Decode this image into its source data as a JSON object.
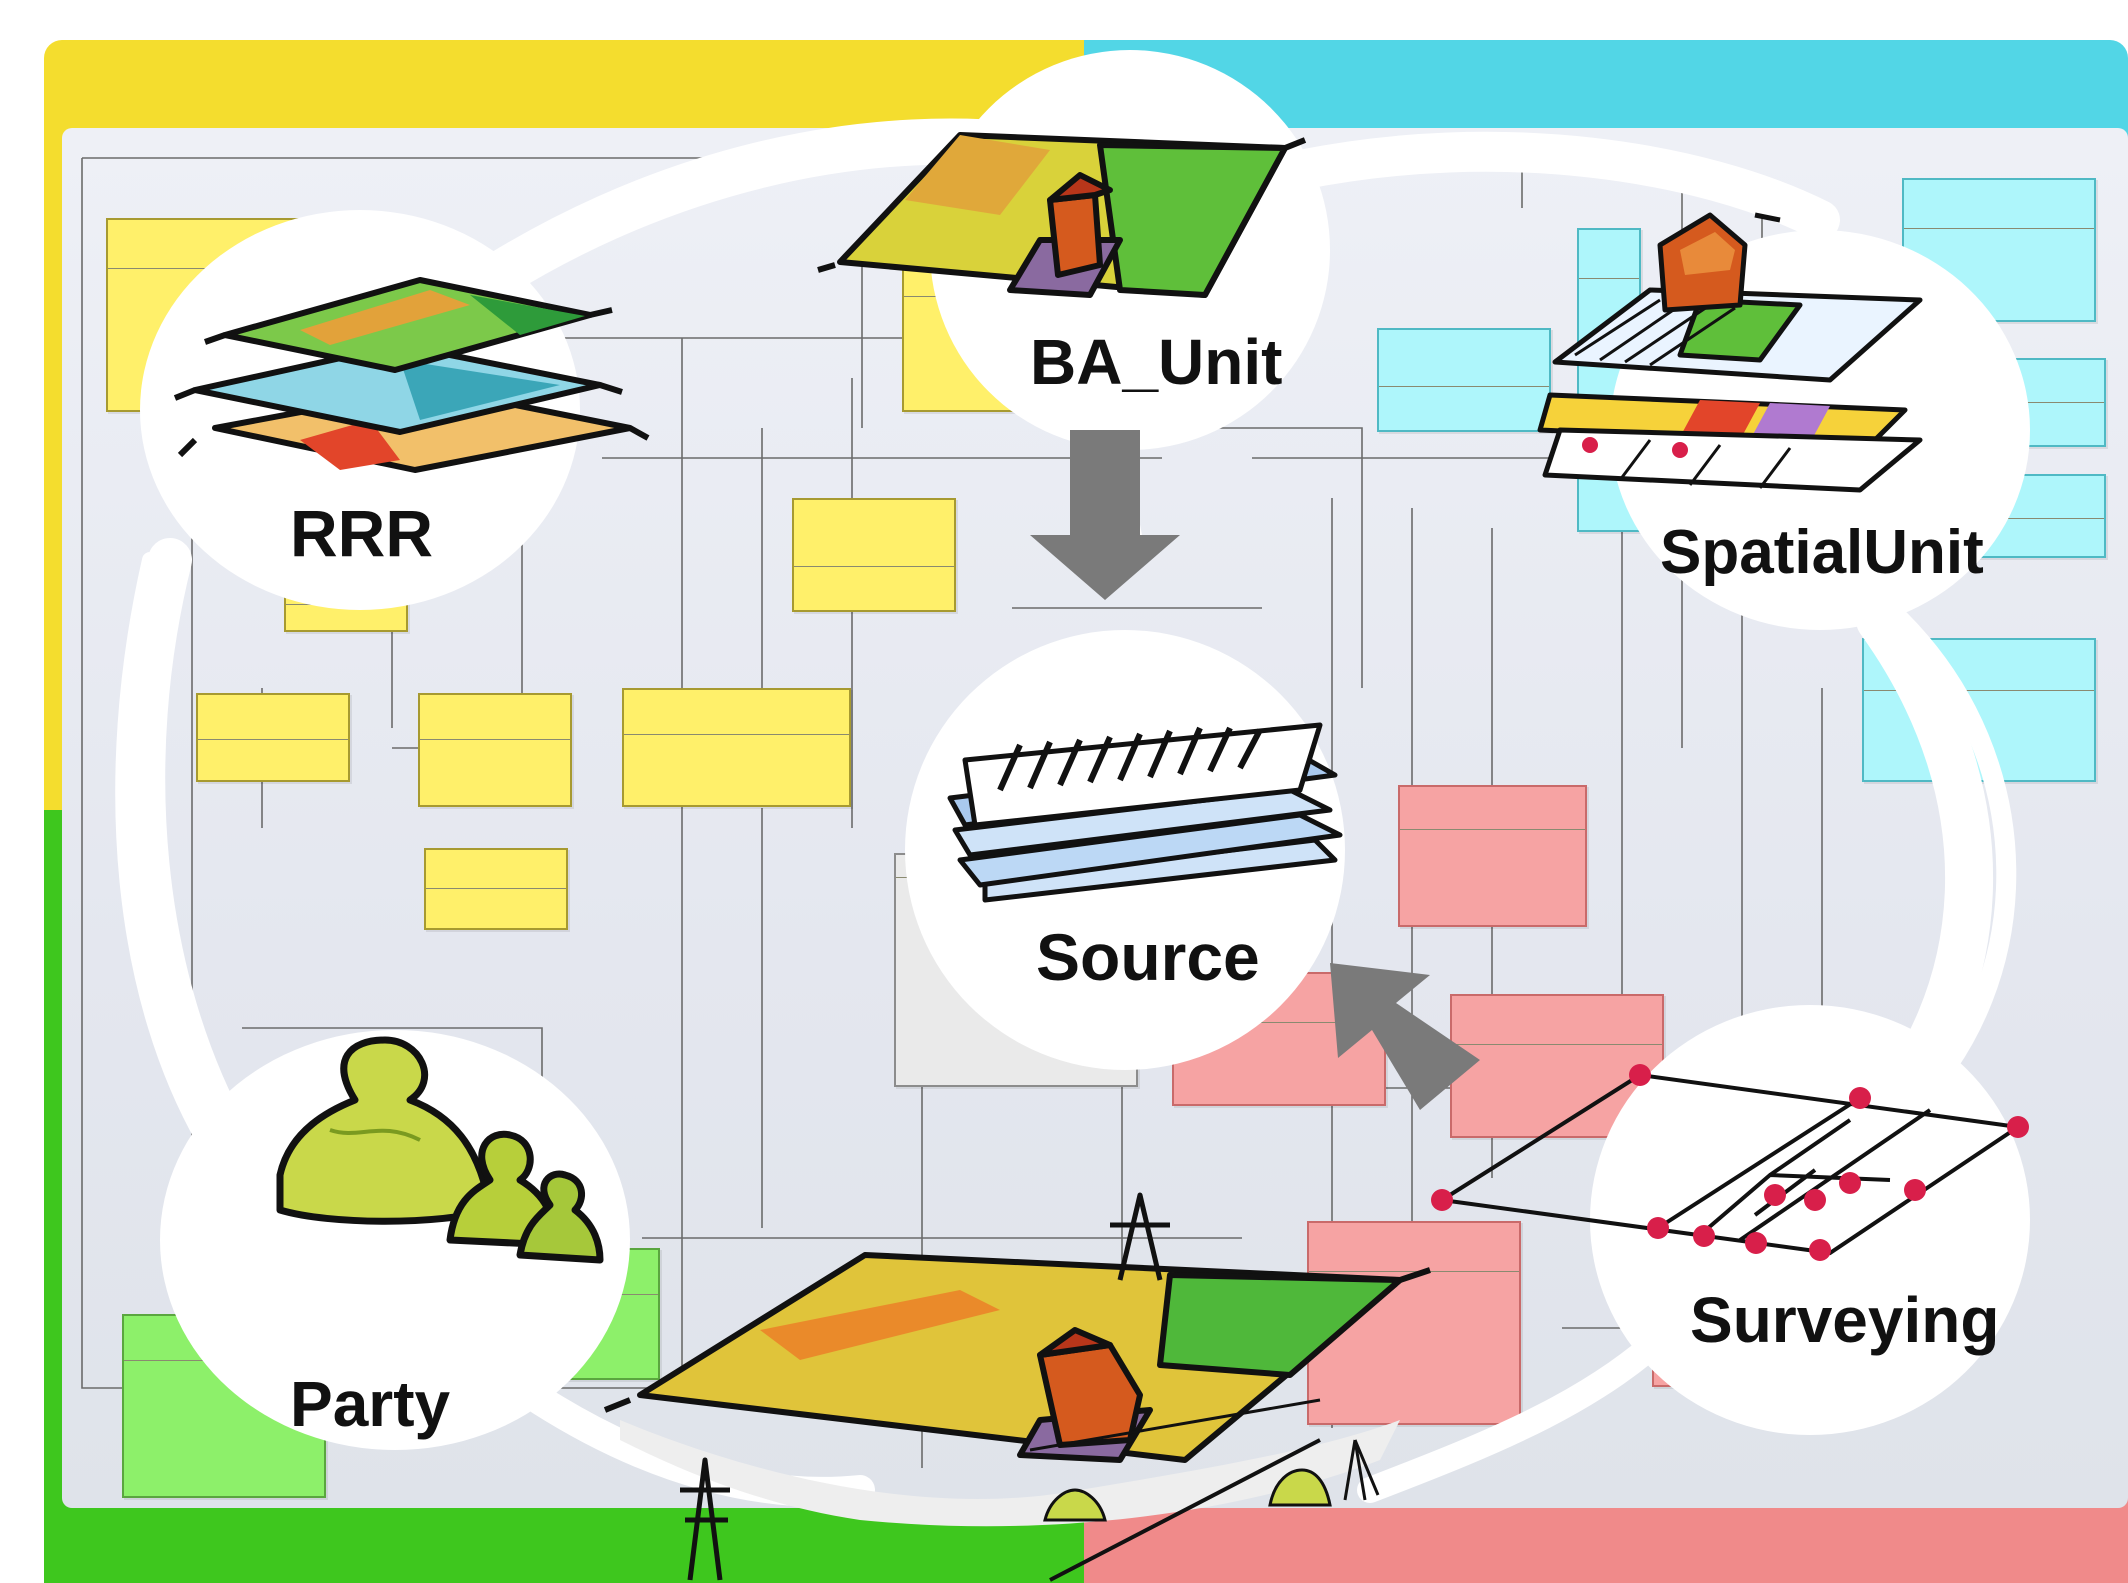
{
  "circle_labels": {
    "rrr": "RRR",
    "ba_unit": "BA_Unit",
    "spatial_unit": "SpatialUnit",
    "source": "Source",
    "party": "Party",
    "surveying": "Surveying"
  },
  "colors": {
    "yellow_band": "#f4dd2e",
    "cyan_band": "#52d6e6",
    "green_band": "#3ec71e",
    "pink_band": "#f08a8a",
    "panel": "#e8ebf2",
    "arrow": "#7a7a7a",
    "survey_point": "#d81f4a"
  },
  "icons": [
    "parcel-layers-icon",
    "parcel-house-icon",
    "spatial-plan-icon",
    "document-stack-icon",
    "people-icon",
    "survey-grid-icon",
    "landscape-icon"
  ]
}
